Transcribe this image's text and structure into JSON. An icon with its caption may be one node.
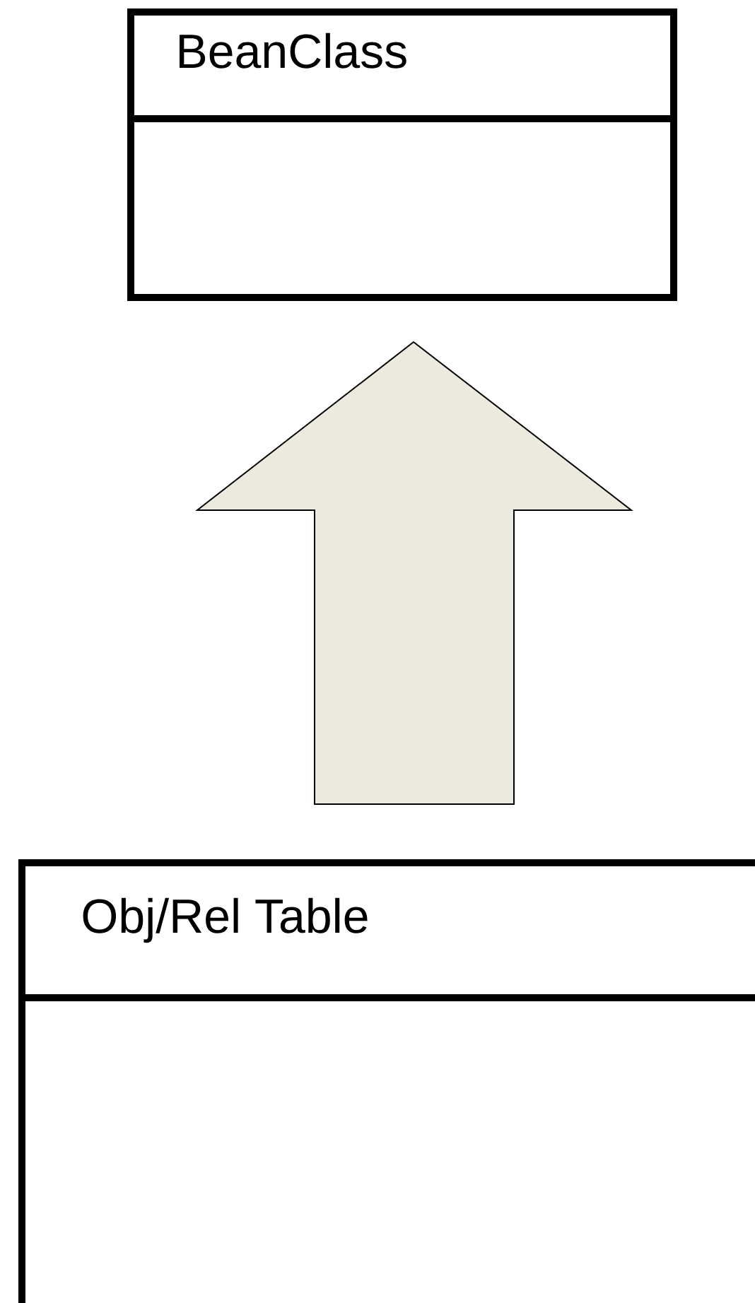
{
  "diagram": {
    "nodes": [
      {
        "text": [
          "BeanClass"
        ]
      },
      {
        "text": [
          "Obj/Rel Table"
        ]
      }
    ],
    "edges": [
      {
        "from": 1,
        "to": 0,
        "arrow": "to"
      }
    ]
  }
}
